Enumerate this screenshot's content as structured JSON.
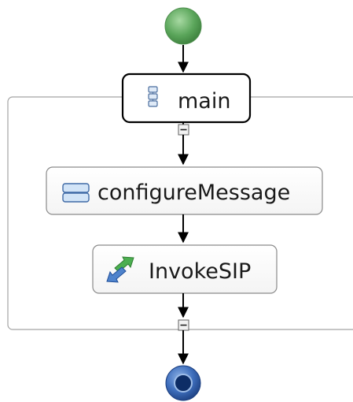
{
  "diagram": {
    "type": "process-flow",
    "start_event": {
      "kind": "start",
      "color": "#5aa55a"
    },
    "scope": {
      "label": "main",
      "icon": "sequence-scope-icon",
      "collapse_symbol": "−"
    },
    "activities": [
      {
        "label": "configureMessage",
        "icon": "assign-activity-icon"
      },
      {
        "label": "InvokeSIP",
        "icon": "invoke-activity-icon"
      }
    ],
    "end_event": {
      "kind": "end",
      "color": "#1f4e99"
    },
    "colors": {
      "edge": "#000000",
      "node_border": "#8a8a8a",
      "scope_border": "#a3a3a3",
      "selected_border": "#000000",
      "start_fill": "#5aa55a",
      "end_fill": "#1f4e99"
    }
  }
}
